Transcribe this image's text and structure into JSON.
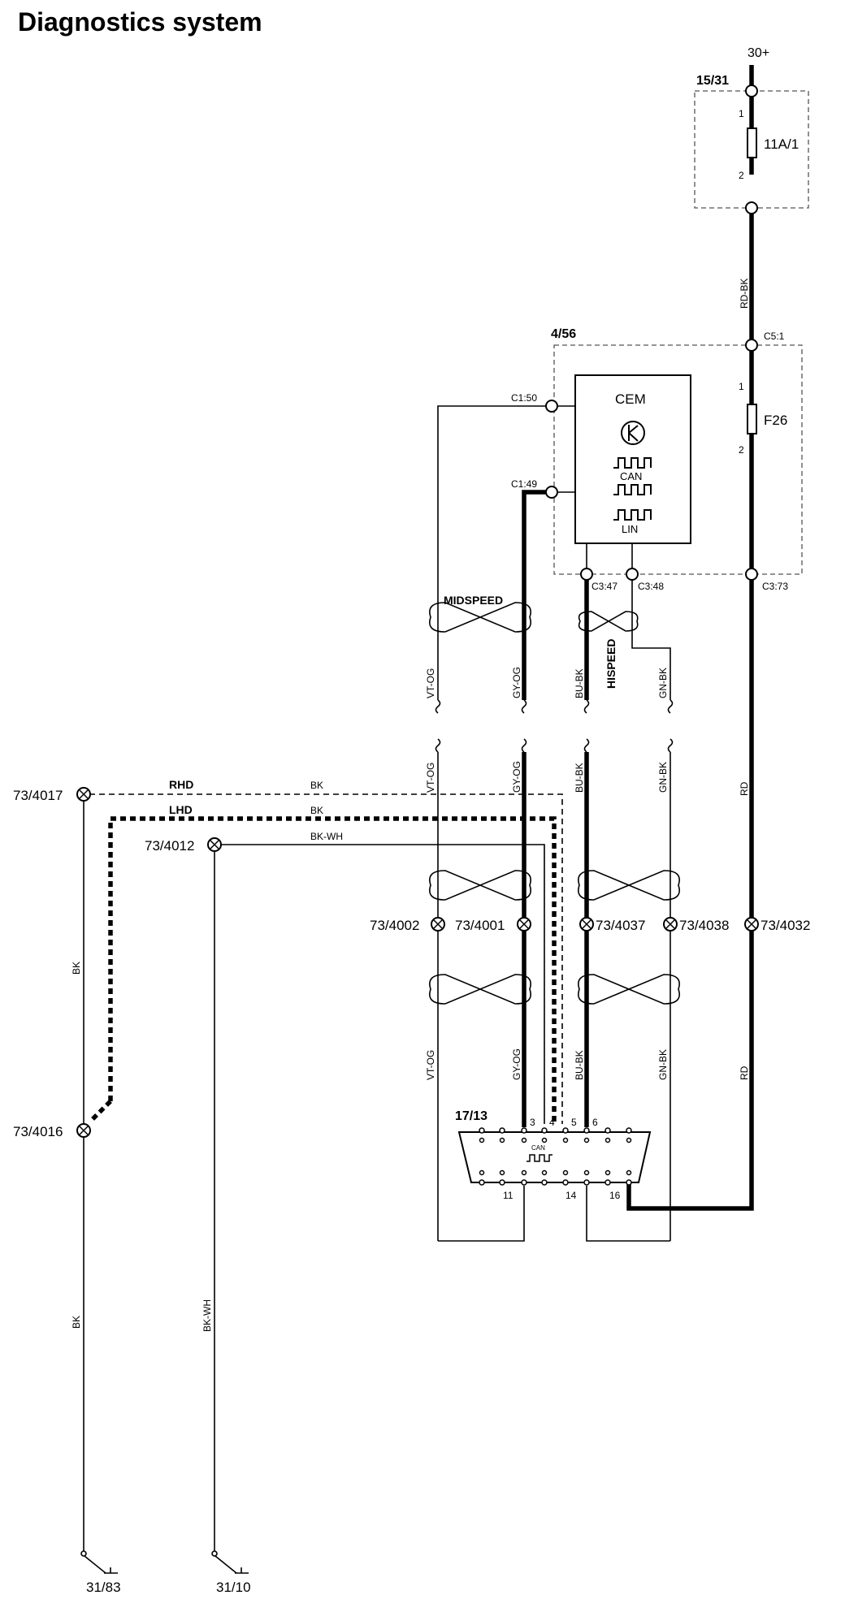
{
  "title": "Diagnostics system",
  "supply": {
    "label": "30+"
  },
  "fuse_box": {
    "id": "15/31",
    "fuse": "11A/1",
    "pin1": "1",
    "pin2": "2"
  },
  "wire_red_black": "RD-BK",
  "cem": {
    "id": "4/56",
    "name": "CEM",
    "can_label": "CAN",
    "lin_label": "LIN",
    "fuse": "F26",
    "fuse_pin1": "1",
    "fuse_pin2": "2",
    "connectors": [
      "C5:1",
      "C1:50",
      "C1:49",
      "C3:47",
      "C3:48",
      "C3:73"
    ]
  },
  "twist_labels": {
    "midspeed": "MIDSPEED",
    "hispeed": "HISPEED"
  },
  "wire_colors": [
    "VT-OG",
    "GY-OG",
    "BU-BK",
    "GN-BK",
    "RD"
  ],
  "grounds_left": {
    "points": [
      "73/4017",
      "73/4016",
      "73/4012"
    ],
    "rhd": "RHD",
    "lhd": "LHD",
    "bk": "BK",
    "bk_wh": "BK-WH",
    "ground_refs": [
      "31/83",
      "31/10"
    ]
  },
  "splices": [
    "73/4002",
    "73/4001",
    "73/4037",
    "73/4038",
    "73/4032"
  ],
  "dlc": {
    "id": "17/13",
    "can_label": "CAN",
    "pins_top": [
      "3",
      "4",
      "5",
      "6"
    ],
    "pins_bottom": [
      "11",
      "14",
      "16"
    ]
  }
}
